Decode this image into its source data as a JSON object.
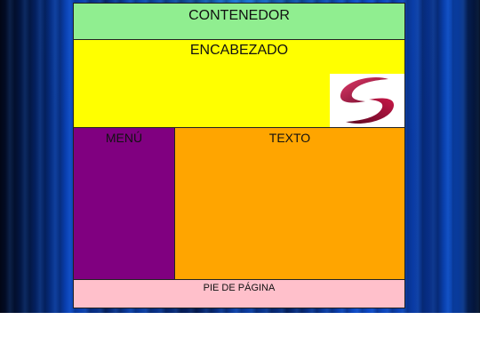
{
  "colors": {
    "container": "#90ee90",
    "header": "#ffff00",
    "menu": "#800080",
    "text": "#ffa500",
    "footer": "#ffc0cb",
    "logo": "#b0123f"
  },
  "container": {
    "label": "CONTENEDOR"
  },
  "header": {
    "label": "ENCABEZADO",
    "logo_icon": "s-swoosh-logo-icon"
  },
  "menu": {
    "label": "MENÚ"
  },
  "text": {
    "label": "TEXTO"
  },
  "footer": {
    "label": "PIE DE PÁGINA"
  }
}
